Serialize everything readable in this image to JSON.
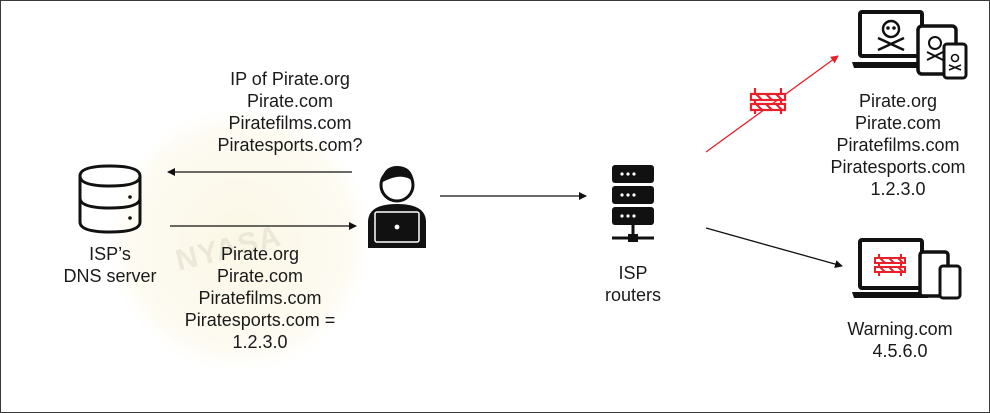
{
  "query": {
    "lines": [
      "IP of Pirate.org",
      "Pirate.com",
      "Piratefilms.com",
      "Piratesports.com?"
    ]
  },
  "dns_server": {
    "label_lines": [
      "ISP’s",
      "DNS server"
    ],
    "icon": "database-server-icon"
  },
  "response": {
    "lines": [
      "Pirate.org",
      "Pirate.com",
      "Piratefilms.com",
      "Piratesports.com =",
      "1.2.3.0"
    ]
  },
  "user": {
    "icon": "user-laptop-icon"
  },
  "routers": {
    "label_lines": [
      "ISP",
      "routers"
    ],
    "icon": "server-rack-icon"
  },
  "blocked_target": {
    "lines": [
      "Pirate.org",
      "Pirate.com",
      "Piratefilms.com",
      "Piratesports.com",
      "1.2.3.0"
    ],
    "icon": "pirate-devices-icon",
    "path_color": "#e8202a"
  },
  "warning_target": {
    "lines": [
      "Warning.com",
      "4.5.6.0"
    ],
    "icon": "warning-devices-icon"
  },
  "watermark": {
    "text": "NYASA"
  },
  "colors": {
    "block": "#e8202a",
    "ink": "#111111"
  }
}
